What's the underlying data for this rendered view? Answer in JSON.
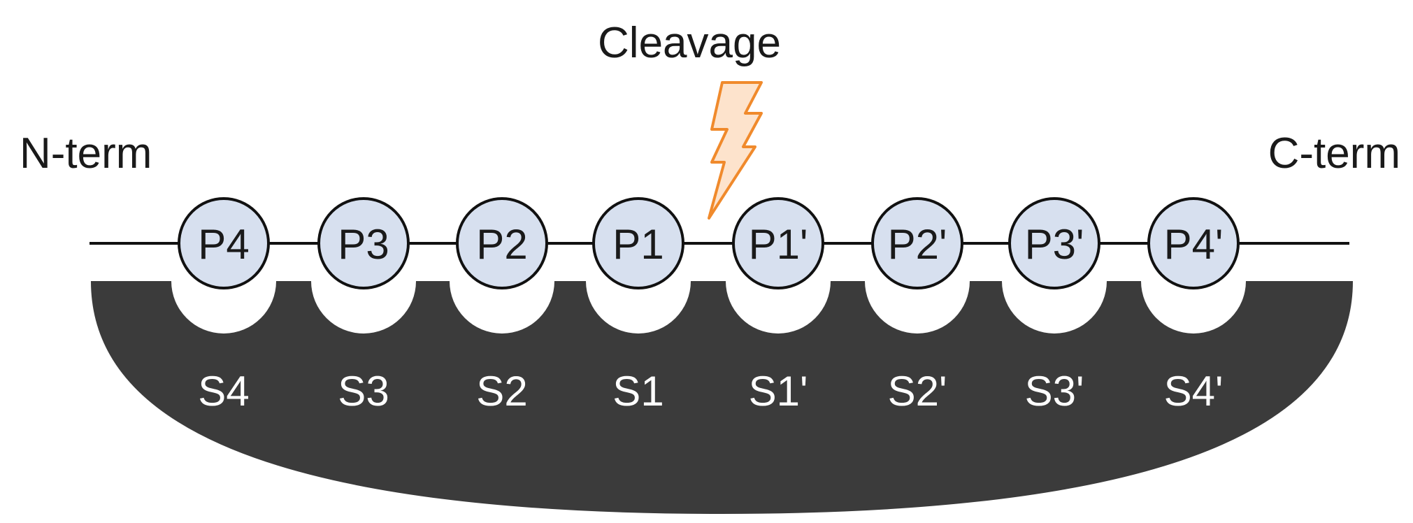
{
  "diagram": {
    "cleavage_label": "Cleavage",
    "n_term_label": "N-term",
    "c_term_label": "C-term",
    "residues": [
      {
        "label": "P4",
        "site": "S4"
      },
      {
        "label": "P3",
        "site": "S3"
      },
      {
        "label": "P2",
        "site": "S2"
      },
      {
        "label": "P1",
        "site": "S1"
      },
      {
        "label": "P1'",
        "site": "S1'"
      },
      {
        "label": "P2'",
        "site": "S2'"
      },
      {
        "label": "P3'",
        "site": "S3'"
      },
      {
        "label": "P4'",
        "site": "S4'"
      }
    ],
    "colors": {
      "residue_fill": "#d7e0ef",
      "residue_stroke": "#111111",
      "enzyme_fill": "#3b3b3b",
      "cleavage_bolt_fill": "#fde3cc",
      "cleavage_bolt_stroke": "#f08a2c",
      "site_label": "#ffffff"
    }
  }
}
